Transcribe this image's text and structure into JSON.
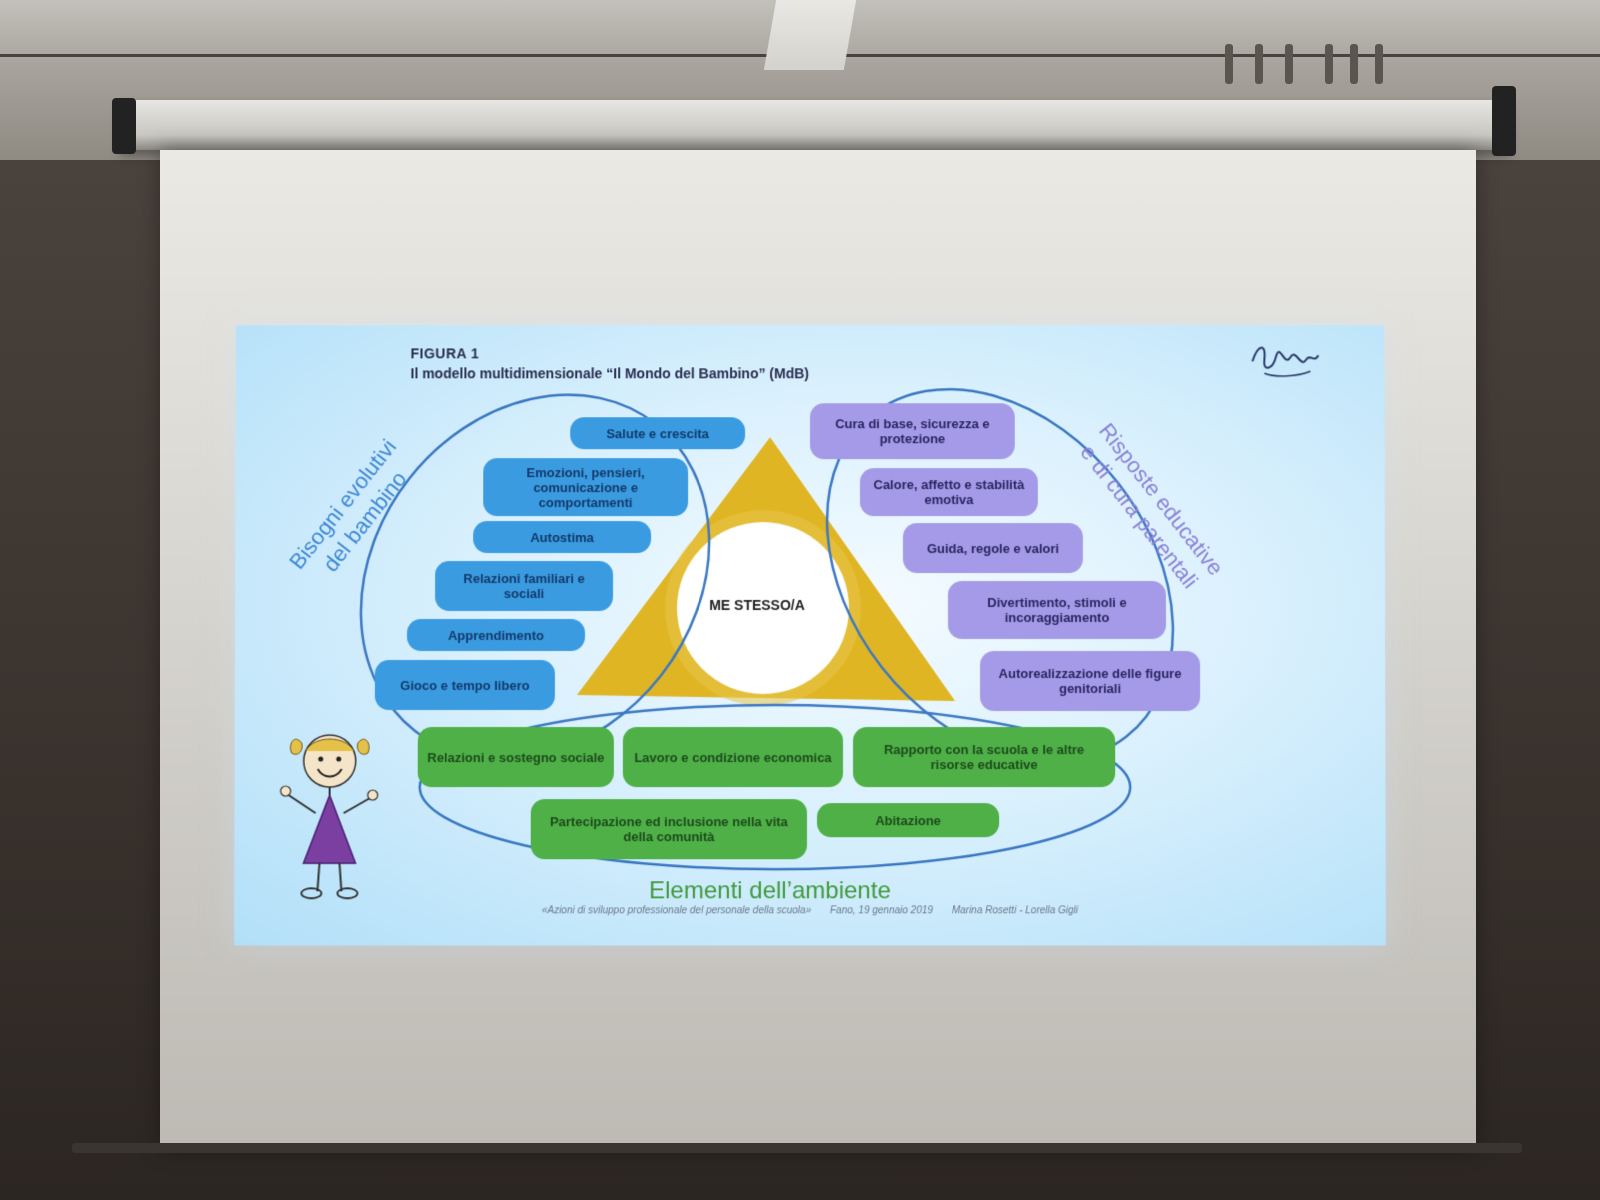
{
  "slide": {
    "figure_label": "FIGURA 1",
    "figure_title": "Il modello multidimensionale “Il Mondo del Bambino” (MdB)",
    "center_label": "ME STESSO/A",
    "left_title_line1": "Bisogni evolutivi",
    "left_title_line2": "del bambino",
    "right_title_line1": "Risposte educative",
    "right_title_line2": "e di cura parentali",
    "bottom_title": "Elementi dell’ambiente",
    "footer_event": "«Azioni di sviluppo professionale del personale della scuola»",
    "footer_place_date": "Fano, 19 gennaio 2019",
    "footer_authors": "Marina Rosetti - Lorella Gigli"
  },
  "needs": [
    {
      "text": "Salute e crescita"
    },
    {
      "text": "Emozioni, pensieri, comunicazione e comportamenti"
    },
    {
      "text": "Autostima"
    },
    {
      "text": "Relazioni familiari e sociali"
    },
    {
      "text": "Apprendimento"
    },
    {
      "text": "Gioco e tempo libero"
    }
  ],
  "responses": [
    {
      "text": "Cura di base, sicurezza e protezione"
    },
    {
      "text": "Calore, affetto e stabilità emotiva"
    },
    {
      "text": "Guida, regole e valori"
    },
    {
      "text": "Divertimento, stimoli e incoraggiamento"
    },
    {
      "text": "Autorealizzazione delle figure genitoriali"
    }
  ],
  "environment": [
    {
      "text": "Relazioni e sostegno sociale"
    },
    {
      "text": "Lavoro e condizione economica"
    },
    {
      "text": "Rapporto con la scuola e le altre risorse educative"
    },
    {
      "text": "Partecipazione ed inclusione nella vita della comunità"
    },
    {
      "text": "Abitazione"
    }
  ],
  "colors": {
    "needs": "#3a9be0",
    "responses": "#a49ae8",
    "environment": "#4eb047",
    "triangle": "#e0b523",
    "slide_background": "#d9f0fd"
  },
  "illustrations": [
    "child-drawing",
    "signature-logo"
  ]
}
